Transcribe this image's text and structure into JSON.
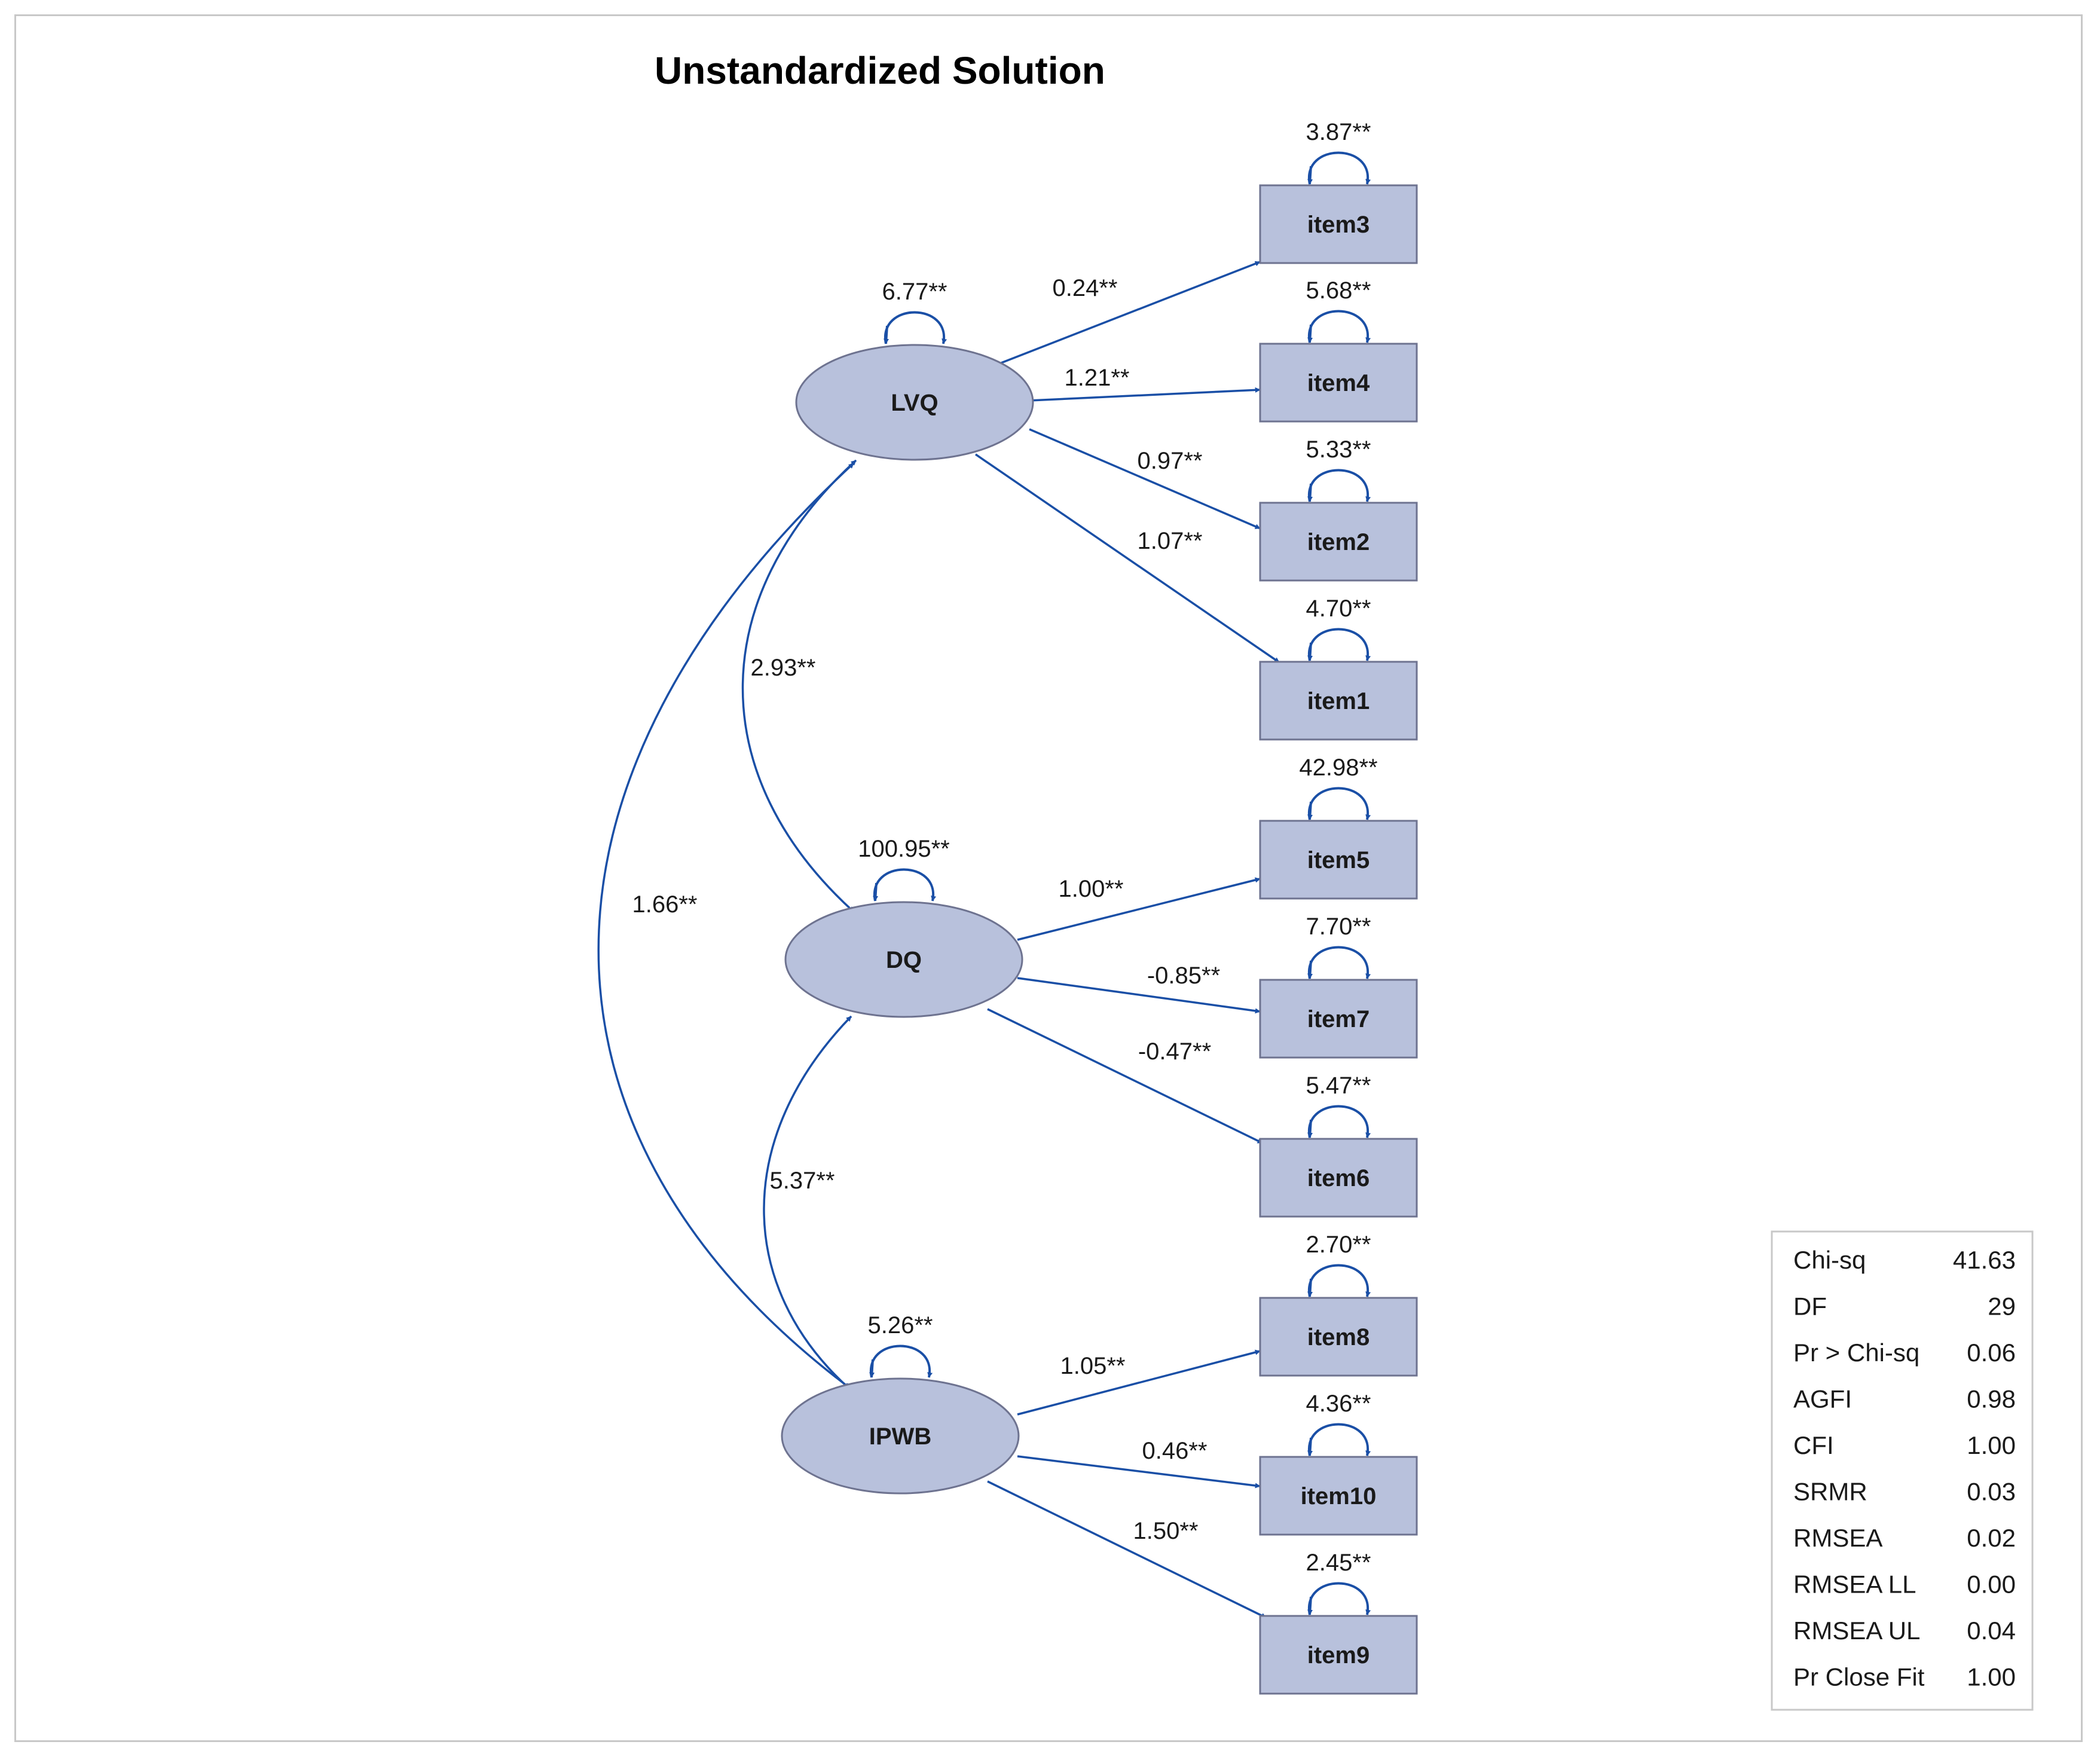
{
  "title": "Unstandardized Solution",
  "colors": {
    "node_fill": "#b8c1dc",
    "node_stroke": "#6e7390",
    "arrow": "#1a4fa6"
  },
  "latents": [
    {
      "id": "LVQ",
      "label": "LVQ",
      "variance": "6.77**"
    },
    {
      "id": "DQ",
      "label": "DQ",
      "variance": "100.95**"
    },
    {
      "id": "IPWB",
      "label": "IPWB",
      "variance": "5.26**"
    }
  ],
  "manifests": [
    {
      "id": "item3",
      "label": "item3",
      "variance": "3.87**"
    },
    {
      "id": "item4",
      "label": "item4",
      "variance": "5.68**"
    },
    {
      "id": "item2",
      "label": "item2",
      "variance": "5.33**"
    },
    {
      "id": "item1",
      "label": "item1",
      "variance": "4.70**"
    },
    {
      "id": "item5",
      "label": "item5",
      "variance": "42.98**"
    },
    {
      "id": "item7",
      "label": "item7",
      "variance": "7.70**"
    },
    {
      "id": "item6",
      "label": "item6",
      "variance": "5.47**"
    },
    {
      "id": "item8",
      "label": "item8",
      "variance": "2.70**"
    },
    {
      "id": "item10",
      "label": "item10",
      "variance": "4.36**"
    },
    {
      "id": "item9",
      "label": "item9",
      "variance": "2.45**"
    }
  ],
  "loadings": [
    {
      "from": "LVQ",
      "to": "item3",
      "value": "0.24**"
    },
    {
      "from": "LVQ",
      "to": "item4",
      "value": "1.21**"
    },
    {
      "from": "LVQ",
      "to": "item2",
      "value": "0.97**"
    },
    {
      "from": "LVQ",
      "to": "item1",
      "value": "1.07**"
    },
    {
      "from": "DQ",
      "to": "item5",
      "value": "1.00**"
    },
    {
      "from": "DQ",
      "to": "item7",
      "value": "-0.85**"
    },
    {
      "from": "DQ",
      "to": "item6",
      "value": "-0.47**"
    },
    {
      "from": "IPWB",
      "to": "item8",
      "value": "1.05**"
    },
    {
      "from": "IPWB",
      "to": "item10",
      "value": "0.46**"
    },
    {
      "from": "IPWB",
      "to": "item9",
      "value": "1.50**"
    }
  ],
  "covariances": [
    {
      "a": "LVQ",
      "b": "DQ",
      "value": "2.93**"
    },
    {
      "a": "LVQ",
      "b": "IPWB",
      "value": "1.66**"
    },
    {
      "a": "DQ",
      "b": "IPWB",
      "value": "5.37**"
    }
  ],
  "fit": [
    {
      "label": "Chi-sq",
      "value": "41.63"
    },
    {
      "label": "DF",
      "value": "29"
    },
    {
      "label": "Pr > Chi-sq",
      "value": "0.06"
    },
    {
      "label": "AGFI",
      "value": "0.98"
    },
    {
      "label": "CFI",
      "value": "1.00"
    },
    {
      "label": "SRMR",
      "value": "0.03"
    },
    {
      "label": "RMSEA",
      "value": "0.02"
    },
    {
      "label": "RMSEA LL",
      "value": "0.00"
    },
    {
      "label": "RMSEA UL",
      "value": "0.04"
    },
    {
      "label": "Pr Close Fit",
      "value": "1.00"
    }
  ]
}
